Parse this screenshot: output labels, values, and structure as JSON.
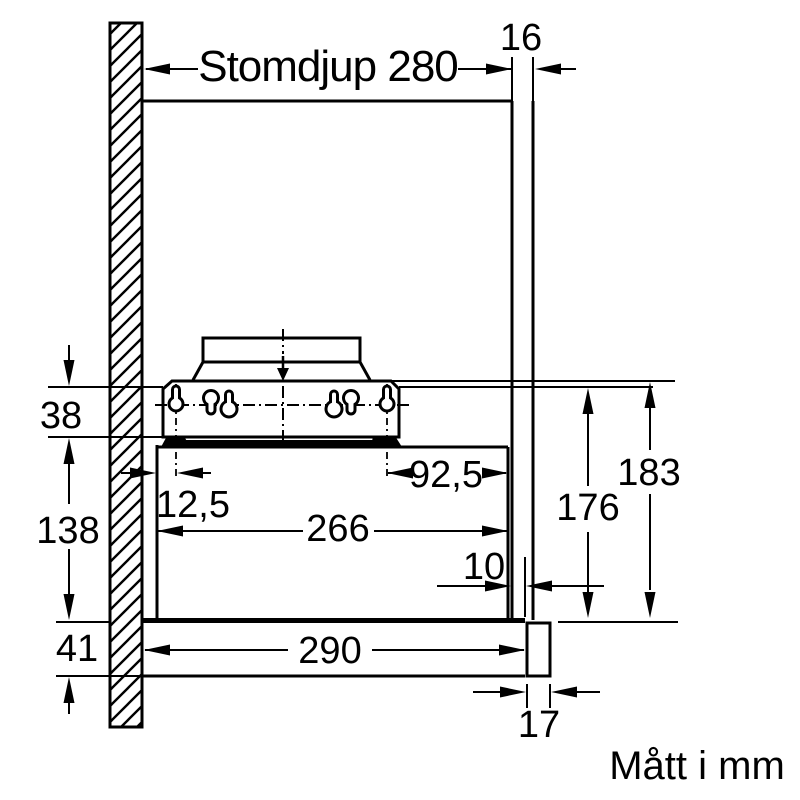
{
  "drawing": {
    "labels": {
      "stomdjup": "Stomdjup 280",
      "panel_thickness": "16",
      "bracket_offset": "38",
      "body_height": "138",
      "visor_front_height": "41",
      "screw_inset_left": "12,5",
      "screw_inset_right": "92,5",
      "body_width": "266",
      "front_overhang": "10",
      "visor_width": "290",
      "install_height": "176",
      "total_height": "183",
      "panel_front_width": "17"
    },
    "note": "Mått i mm",
    "colors": {
      "line": "#000000",
      "background": "#ffffff"
    }
  }
}
